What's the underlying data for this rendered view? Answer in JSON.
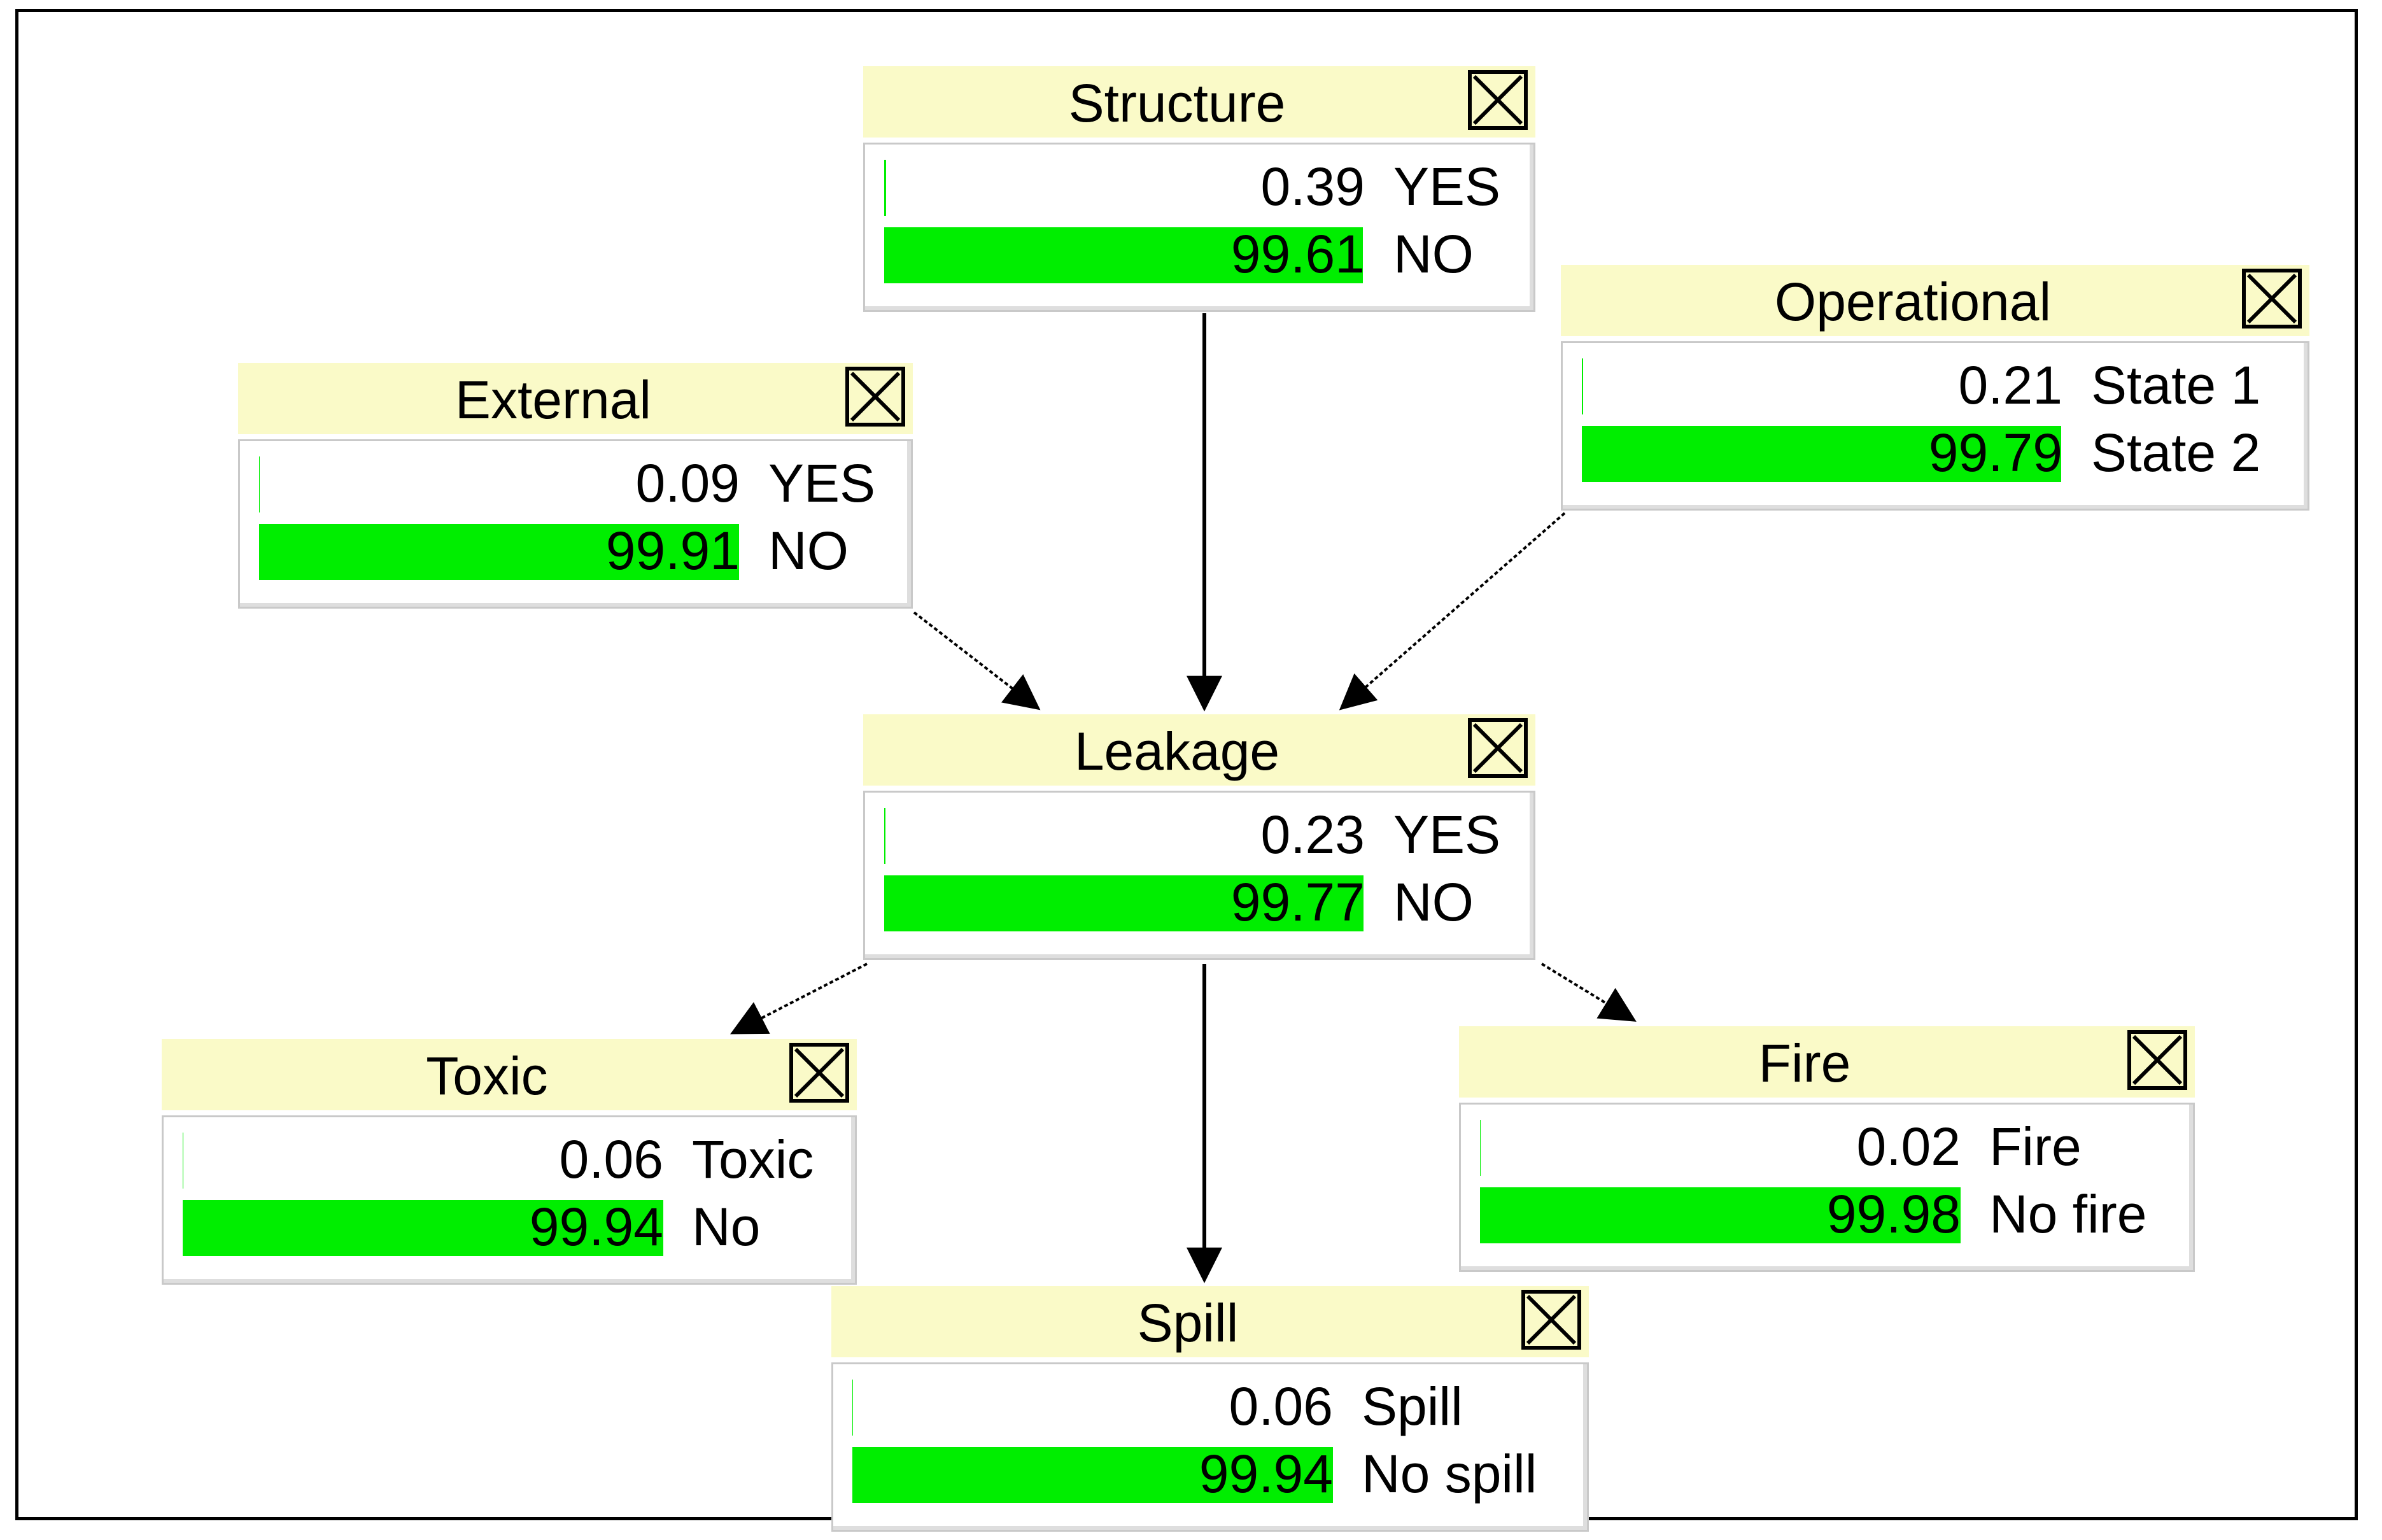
{
  "diagram": {
    "nodes": [
      {
        "id": "structure",
        "title": "Structure",
        "states": [
          {
            "value": "0.39",
            "label": "YES",
            "pct": 0.39
          },
          {
            "value": "99.61",
            "label": "NO",
            "pct": 99.61
          }
        ]
      },
      {
        "id": "external",
        "title": "External",
        "states": [
          {
            "value": "0.09",
            "label": "YES",
            "pct": 0.09
          },
          {
            "value": "99.91",
            "label": "NO",
            "pct": 99.91
          }
        ]
      },
      {
        "id": "operational",
        "title": "Operational",
        "states": [
          {
            "value": "0.21",
            "label": "State 1",
            "pct": 0.21
          },
          {
            "value": "99.79",
            "label": "State 2",
            "pct": 99.79
          }
        ]
      },
      {
        "id": "leakage",
        "title": "Leakage",
        "states": [
          {
            "value": "0.23",
            "label": "YES",
            "pct": 0.23
          },
          {
            "value": "99.77",
            "label": "NO",
            "pct": 99.77
          }
        ]
      },
      {
        "id": "toxic",
        "title": "Toxic",
        "states": [
          {
            "value": "0.06",
            "label": "Toxic",
            "pct": 0.06
          },
          {
            "value": "99.94",
            "label": "No",
            "pct": 99.94
          }
        ]
      },
      {
        "id": "fire",
        "title": "Fire",
        "states": [
          {
            "value": "0.02",
            "label": "Fire",
            "pct": 0.02
          },
          {
            "value": "99.98",
            "label": "No fire",
            "pct": 99.98
          }
        ]
      },
      {
        "id": "spill",
        "title": "Spill",
        "states": [
          {
            "value": "0.06",
            "label": "Spill",
            "pct": 0.06
          },
          {
            "value": "99.94",
            "label": "No spill",
            "pct": 99.94
          }
        ]
      }
    ],
    "edges": [
      {
        "from": "structure",
        "to": "leakage",
        "style": "solid"
      },
      {
        "from": "external",
        "to": "leakage",
        "style": "dotted"
      },
      {
        "from": "operational",
        "to": "leakage",
        "style": "dotted"
      },
      {
        "from": "leakage",
        "to": "toxic",
        "style": "dotted"
      },
      {
        "from": "leakage",
        "to": "spill",
        "style": "solid"
      },
      {
        "from": "leakage",
        "to": "fire",
        "style": "dotted"
      }
    ],
    "colors": {
      "title_bg": "#fafac8",
      "bar": "#00ee00",
      "border": "#000000"
    }
  }
}
